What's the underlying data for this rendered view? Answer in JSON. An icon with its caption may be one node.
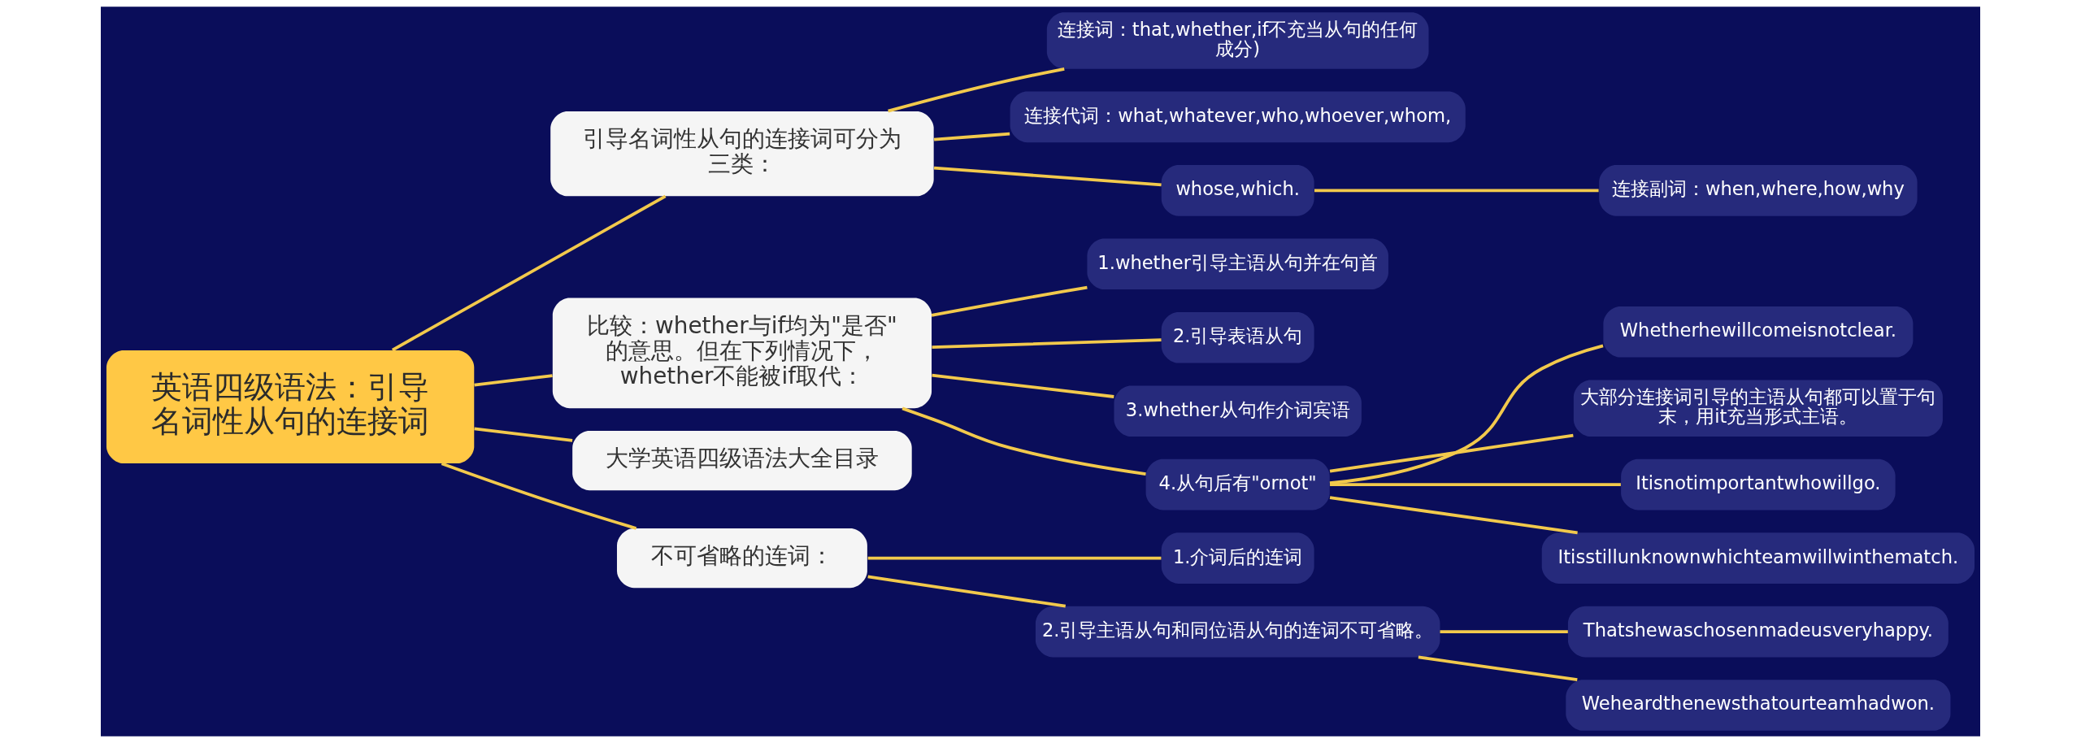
{
  "diagram": {
    "nodes": [
      {
        "text": [
          "英语四级语法：引导名词性从句的连接词"
        ]
      },
      {
        "text": [
          "引导名词性从句的连接词可分为三类："
        ]
      },
      {
        "text": [
          "连接词：that,whether,if不充当从句的任何成分)"
        ]
      },
      {
        "text": [
          "连接代词：what,whatever,who,whoever,whom,"
        ]
      },
      {
        "text": [
          "whose,which."
        ]
      },
      {
        "text": [
          "连接副词：when,where,how,why"
        ]
      },
      {
        "text": [
          "比较：whether与if均为\"是否\"的意思。但在下列情况下，whether不能被if取代："
        ]
      },
      {
        "text": [
          "1.whether引导主语从句并在句首"
        ]
      },
      {
        "text": [
          "2.引导表语从句"
        ]
      },
      {
        "text": [
          "3.whether从句作介词宾语"
        ]
      },
      {
        "text": [
          "4.从句后有\"ornot\""
        ]
      },
      {
        "text": [
          "Whetherhewillcomeisnotclear."
        ]
      },
      {
        "text": [
          "大部分连接词引导的主语从句都可以置于句末，用it充当形式主语。"
        ]
      },
      {
        "text": [
          "Itisnotimportantwhowillgo."
        ]
      },
      {
        "text": [
          "Itisstillunknownwhichteamwillwinthematch."
        ]
      },
      {
        "text": [
          "大学英语四级语法大全目录"
        ]
      },
      {
        "text": [
          "不可省略的连词："
        ]
      },
      {
        "text": [
          "1.介词后的连词"
        ]
      },
      {
        "text": [
          "2.引导主语从句和同位语从句的连词不可省略。"
        ]
      },
      {
        "text": [
          "Thatshewaschosenmadeusveryhappy."
        ]
      },
      {
        "text": [
          "Weheardthenewsthatourteamhadwon."
        ]
      }
    ],
    "edges": [
      {
        "from": 0,
        "to": 1,
        "arrow": "none"
      },
      {
        "from": 1,
        "to": 2,
        "arrow": "none"
      },
      {
        "from": 1,
        "to": 3,
        "arrow": "none"
      },
      {
        "from": 1,
        "to": 4,
        "arrow": "none"
      },
      {
        "from": 4,
        "to": 5,
        "arrow": "none"
      },
      {
        "from": 0,
        "to": 6,
        "arrow": "none"
      },
      {
        "from": 6,
        "to": 7,
        "arrow": "none"
      },
      {
        "from": 6,
        "to": 8,
        "arrow": "none"
      },
      {
        "from": 6,
        "to": 9,
        "arrow": "none"
      },
      {
        "from": 6,
        "to": 10,
        "arrow": "none"
      },
      {
        "from": 10,
        "to": 11,
        "arrow": "none"
      },
      {
        "from": 10,
        "to": 12,
        "arrow": "none"
      },
      {
        "from": 10,
        "to": 13,
        "arrow": "none"
      },
      {
        "from": 10,
        "to": 14,
        "arrow": "none"
      },
      {
        "from": 0,
        "to": 15,
        "arrow": "none"
      },
      {
        "from": 0,
        "to": 16,
        "arrow": "none"
      },
      {
        "from": 16,
        "to": 17,
        "arrow": "none"
      },
      {
        "from": 16,
        "to": 18,
        "arrow": "none"
      },
      {
        "from": 18,
        "to": 19,
        "arrow": "none"
      },
      {
        "from": 18,
        "to": 20,
        "arrow": "none"
      }
    ]
  }
}
